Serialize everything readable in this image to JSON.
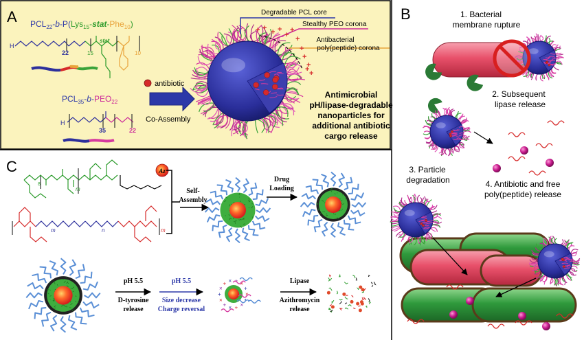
{
  "panel_a": {
    "label": "A",
    "polymer1_parts": [
      "PCL",
      "22",
      "-",
      "b",
      "-P(",
      "Lys",
      "15",
      "-",
      "stat",
      "-",
      "Phe",
      "10",
      ")"
    ],
    "polymer2_parts": [
      "PCL",
      "35",
      "-",
      "b",
      "-",
      "PEO",
      "22"
    ],
    "legend_antibiotic": "antibiotic",
    "process_label": "Co-Assembly",
    "callout_core": "Degradable PCL core",
    "callout_peo": "Stealthy PEO corona",
    "callout_peptide": [
      "Antibacterial",
      "poly(peptide) corona"
    ],
    "description": [
      "Antimicrobial",
      "pH/lipase-degradable",
      "nanoparticles for",
      "additional antibiotic",
      "cargo release"
    ],
    "struct_subscripts": {
      "a": "22",
      "b": "15",
      "c": "10",
      "d": "35",
      "e": "22"
    },
    "struct_stat": "stat"
  },
  "panel_b": {
    "label": "B",
    "step1": [
      "1. Bacterial",
      "membrane rupture"
    ],
    "step2": [
      "2. Subsequent",
      "lipase release"
    ],
    "step3": [
      "3. Particle",
      "degradation"
    ],
    "step4": [
      "4. Antibiotic and free",
      "poly(peptide) release"
    ]
  },
  "panel_c": {
    "label": "C",
    "self_assembly": [
      "Self-",
      "Assembly"
    ],
    "drug_loading": [
      "Drug",
      "Loading"
    ],
    "ph1": [
      "pH 5.5",
      "D-tyrosine",
      "release"
    ],
    "ph2": [
      "pH 5.5",
      "Size decrease",
      "Charge reversal"
    ],
    "lipase": [
      "Lipase",
      "Azithromycin",
      "release"
    ],
    "struct_subscripts": [
      "8",
      "m",
      "m",
      "n",
      "m"
    ],
    "az_label": "Az"
  },
  "colors": {
    "panel_a_bg": "#fbf3bd",
    "core_blue": "#2c2f9c",
    "pink": "#d63aa0",
    "bacteria_red": "#e8506a",
    "bacteria_green": "#2f9a3c",
    "lipase_green": "#2a7a35",
    "antibiotic_magenta": "#c4178a",
    "label_blue": "#2c38a8",
    "label_orange": "#e8a33a",
    "label_green": "#2a9a2a",
    "label_magenta": "#cc2a9a"
  }
}
